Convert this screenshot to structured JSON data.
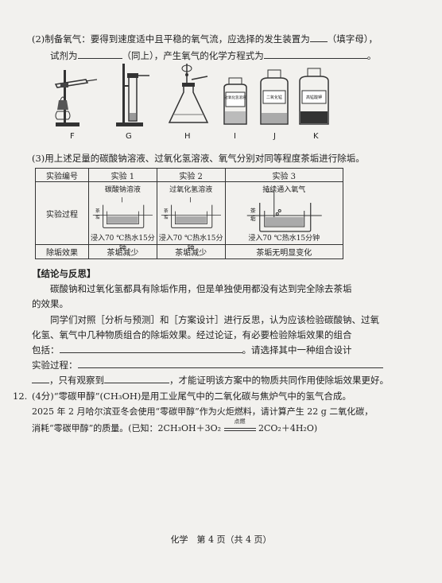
{
  "q2": {
    "line1": "(2)制备氧气：要得到速度适中且平稳的氧气流，应选择的发生装置为",
    "line1_tail": "（填字母），",
    "line2a": "试剂为",
    "line2b": "（同上），产生氧气的化学方程式为",
    "line2_end": "。"
  },
  "apparatus": {
    "labels": [
      "F",
      "G",
      "H",
      "I",
      "J",
      "K"
    ],
    "bottle_labels": [
      "过氧化氢溶液",
      "二氧化锰",
      "高锰酸钾"
    ]
  },
  "q3": {
    "intro": "(3)用上述足量的碳酸钠溶液、过氧化氢溶液、氧气分别对同等程度茶垢进行除垢。",
    "table": {
      "col0_header": "实验编号",
      "headers": [
        "实验 1",
        "实验 2",
        "实验 3"
      ],
      "row_process": "实验过程",
      "row_result": "除垢效果",
      "reagents": [
        "碳酸钠溶液",
        "过氧化氢溶液",
        "持续通入氧气"
      ],
      "vessel_label": "茶垢",
      "cond": "浸入70 ℃热水15分钟",
      "results": [
        "茶垢减少",
        "茶垢减少",
        "茶垢无明显变化"
      ]
    }
  },
  "conclusion": {
    "heading": "【结论与反思】",
    "p1a": "碳酸钠和过氧化氢都具有除垢作用，但是单独使用都没有达到完全除去茶垢",
    "p1b": "的效果。",
    "p2a": "同学们对照［分析与预测］和［方案设计］进行反思，认为应该检验碳酸钠、过氧",
    "p2b": "化氢、氧气中几种物质组合的除垢效果。经过论证，有必要检验除垢效果的组合",
    "p2c": "包括：",
    "p2c_tail": "。请选择其中一种组合设计",
    "p2d": "实验过程：",
    "p2e": "，只有观察到",
    "p2e_tail": "，才能证明该方案中的物质共同作用使除垢效果更好。"
  },
  "q12": {
    "num": "12.",
    "l1": "(4分)“零碳甲醇”(CH₃OH)是用工业尾气中的二氧化碳与焦炉气中的氢气合成。",
    "l2": "2025 年 2 月哈尔滨亚冬会使用“零碳甲醇”作为火炬燃料，请计算产生 22 g 二氧化碳，",
    "l3": "消耗“零碳甲醇”的质量。(已知：2CH₃OH＋3O₂",
    "cond": "点燃",
    "l3_tail": "2CO₂＋4H₂O)"
  },
  "footer": "化学　第 4 页（共 4 页）"
}
